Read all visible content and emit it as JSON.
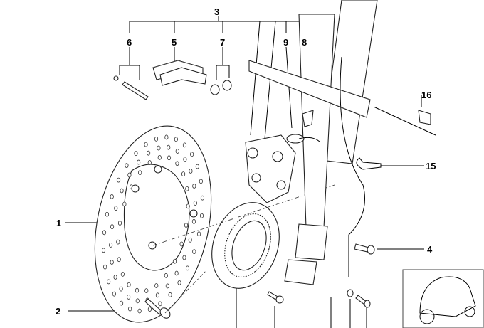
{
  "diagram": {
    "labels": {
      "l1": "1",
      "l2": "2",
      "l3": "3",
      "l4": "4",
      "l5": "5",
      "l6": "6",
      "l7": "7",
      "l8": "8",
      "l9": "9",
      "l15": "15",
      "l16": "16"
    },
    "colors": {
      "line": "#000000",
      "background": "#ffffff"
    }
  }
}
